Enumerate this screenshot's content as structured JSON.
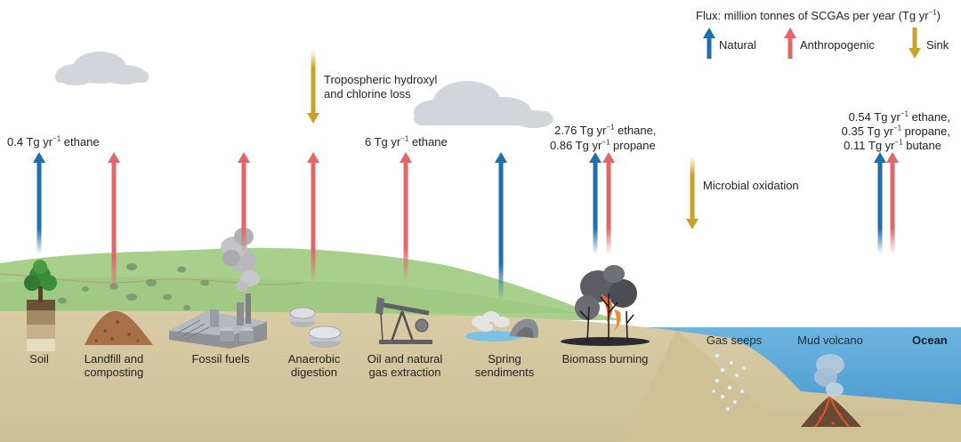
{
  "legend": {
    "title": "Flux: million tonnes of SCGAs per year (Tg yr⁻¹)",
    "natural": "Natural",
    "anthropogenic": "Anthropogenic",
    "sink": "Sink"
  },
  "colors": {
    "natural": "#1f6fa8",
    "anthropogenic": "#e0686a",
    "sink": "#c9a227",
    "ground": "#d6c9a2",
    "hill": "#a8cf8a",
    "ocean": "#5aa8d6"
  },
  "flux_labels": {
    "soil": "0.4 Tg yr⁻¹ ethane",
    "oil_gas": "6 Tg yr⁻¹ ethane",
    "biomass_line1": "2.76 Tg yr⁻¹ ethane,",
    "biomass_line2": "0.86 Tg yr⁻¹ propane",
    "mud_line1": "0.54 Tg yr⁻¹ ethane,",
    "mud_line2": "0.35 Tg yr⁻¹ propane,",
    "mud_line3": "0.11 Tg yr⁻¹ butane"
  },
  "sinks": {
    "tropospheric_line1": "Tropospheric hydroxyl",
    "tropospheric_line2": "and chlorine loss",
    "microbial": "Microbial oxidation"
  },
  "sources": {
    "soil": "Soil",
    "landfill_line1": "Landfill and",
    "landfill_line2": "composting",
    "fossil": "Fossil fuels",
    "anaerobic_line1": "Anaerobic",
    "anaerobic_line2": "digestion",
    "oil_line1": "Oil and natural",
    "oil_line2": "gas extraction",
    "spring_line1": "Spring",
    "spring_line2": "sendiments",
    "biomass": "Biomass burning",
    "gas_seeps": "Gas seeps",
    "mud_volcano": "Mud volcano",
    "ocean": "Ocean"
  },
  "icons": [
    "cloud-icon",
    "arrow-up-icon",
    "arrow-down-icon",
    "tree-icon",
    "compost-pile-icon",
    "factory-icon",
    "digester-tank-icon",
    "oil-pump-jack-icon",
    "hot-spring-icon",
    "burning-trees-icon",
    "gas-bubbles-icon",
    "mud-volcano-icon"
  ]
}
